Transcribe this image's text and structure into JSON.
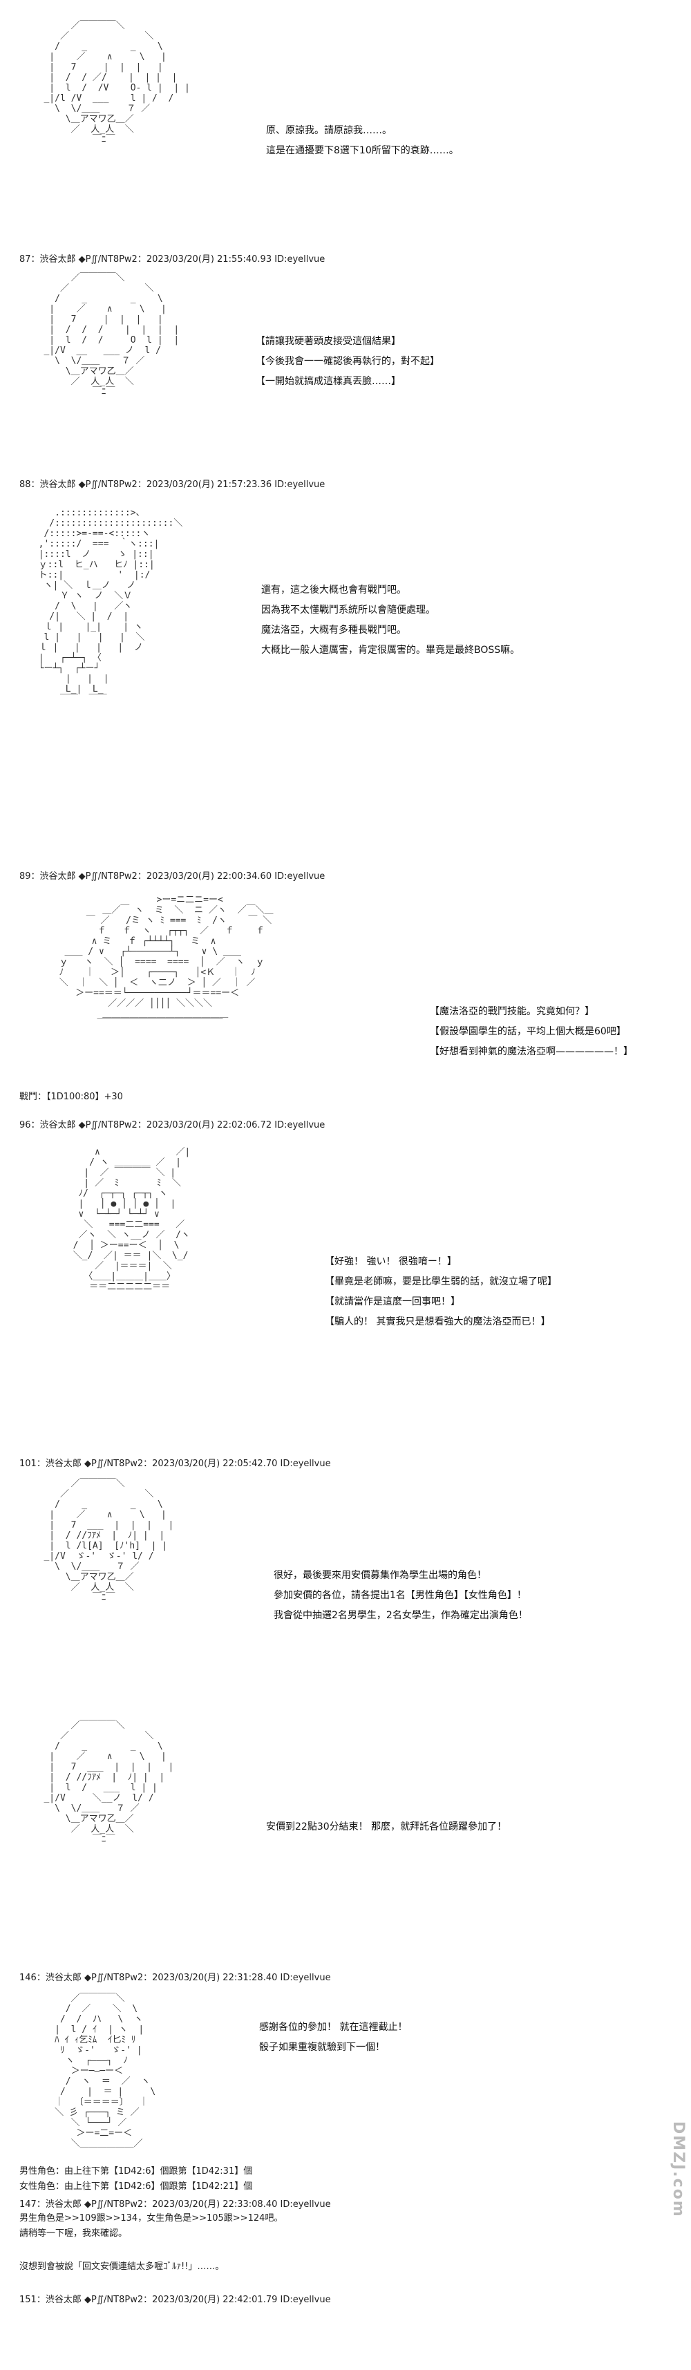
{
  "panels": [
    {
      "art": "        ／￣￣￣￣＼\n      ／              ＼\n     /    _        _    \\\n    |    ／    ∧     \\   |\n    |   7     |  |  |   |\n    |  /  / ／/    |  | |  |\n    |  l  /  /V    O- l |  | |\n   _|/l /V  ___    l | /  /\n     \\  \\/＿＿     ７ ／\n       \\＿アマワ乙＿／\n        ／  人_人  ＼\n            ￣ﾆ￣",
      "lines": [
        "原、原諒我。請原諒我……。",
        "這是在通擾要下8選下10所留下的衰跡……。"
      ]
    },
    {
      "header": "87：渋谷太郎 ◆P∬/NT8Pw2：2023/03/20(月) 21:55:40.93 ID:eyellvue",
      "art": "        ／￣￣￣￣＼\n      ／              ＼\n     /    _        _    \\\n    |    ／    ∧     \\   |\n    |   7     |  |  |   |\n    |  /  /  /    |  |  |  |\n    |  l  /  /     O  l |  |\n   _|/V  __   ___ ノ  l /\n     \\  \\/＿＿    ７ ／\n       \\＿アマワ乙＿／\n        ／  人_人  ＼\n            ￣ﾆ￣",
      "lines": [
        "【請讓我硬著頭皮接受這個結果】",
        "【今後我會一一確認後再執行的，對不起】",
        "【一開始就搞成這樣真丟臉……】"
      ]
    },
    {
      "header": "88：渋谷太郎 ◆P∬/NT8Pw2：2023/03/20(月) 21:57:23.36 ID:eyellvue",
      "art": "     .:::::::::::::>、\n    /::::::::::::::::::::::＼\n   /:::::>=-==-<:::::ヽ\n  ,':::::/  ===  ｀ヽ:::|\n  |::::l  ノ     ゝ |::|\n  ｙ::l  ヒ_ハ   ヒﾉ |::|\n  ト::|          '  |:/\n   ヽ| ＼  ｌ＿ノ   ノ\n      Ｙ ヽ  ノ  ＼Ｖ\n     /  \\   |   ／ヽ\n    /|   ＼ |  /  |\n   ｌ |    |_|    | ヽ\n   l |   |   |   |  ＼\n  ｌ |   |   |   |  ノ\n  |   ┌─┴─┐ 〈\n  └ー┴┐  ┌┴ー┘\n       |   |  |\n       L_|  L_\n      ￣￣  ￣￣",
      "lines": [
        "還有，這之後大概也會有戰鬥吧。",
        "因為我不太懂戰鬥系統所以會隨便處理。",
        "魔法洛亞，大概有多種長戰鬥吧。",
        "大概比一般人還厲害，肯定很厲害的。畢竟是最終BOSS嘛。"
      ]
    },
    {
      "header": "89：渋谷太郎 ◆P∬/NT8Pw2：2023/03/20(月) 22:00:34.60 ID:eyellvue",
      "art": "                    >ー=ニ二ニ=ー<\n          ＿／￣ ヽ  ミ  ＼  ニ ／ヽ  ／￣＼＿\n       ￣ ／   /ミ ヽ ﾐ ===  ﾐ  /ヽ    ￣ ＼\n         ｆ   ｆ  ヽ   ┌┬┬┐  ／   ｆ    ｆ\n        ∧ ミ   ｆ ┌┴┴┴┴┐   ミ  ∧\n   ＿＿ / ∨   ┌┴───────┴┐    ∨ \\ ＿＿\n  ｙ   ヽ  ＼ │  ====  ====  │  ／  ヽ  ｙ\n  ﾉ    ｜   ＞│    ┌────┐   │<Ｋ   ｜  ﾉ\n  ＼  ｜  ＼ │  ＜  ヽ二ノ  ＞ │ ／  ｜ ／\n     ＞ー==＝＝└───────────┘＝＝==ー＜\n           ／／／／ ││││ ＼＼＼＼\n          ＿＿＿＿＿＿＿＿＿＿＿＿＿＿\n         ￣￣￣￣￣￣￣￣￣￣￣￣￣￣",
      "lines": [
        "【魔法洛亞的戰鬥技能。究竟如何？】",
        "【假設學園學生的話，平均上個大概是60吧】",
        "【好想看到神氣的魔法洛亞啊——————！】"
      ],
      "roll": "戰鬥：【1D100:80】+30"
    },
    {
      "header": "96：渋谷太郎 ◆P∬/NT8Pw2：2023/03/20(月) 22:02:06.72 ID:eyellvue",
      "art": "      ∧              ／|\n     / ヽ ＿＿＿＿ ／  |\n    |  ／ ￣￣￣￣ ＼ |\n    | ／  ﾐ       ﾐ  ＼\n   ﾉ/  ┌─┬─┐ ┌─┬┐ ヽ\n   |   │ ● │ │ ● │  |\n   ∨  └─┴─┘ └─┴┘ ∨\n    ＼   ===二二===   ／\n   ／ヽ  ＼ ヽ__ノ ／  /ヽ\n  /  │ ＞ー==ー＜  │  \\\n  ＼_/  ／| ＝＝ |＼  \\_/\n      ／  |＝＝＝|  ＼\n    〈＿＿|＿＿＿|＿＿〉\n     ＝＝二二二二二＝＝",
      "lines": [
        "【好強！ 強い！ 很強唷ー！】",
        "【畢竟是老師嘛，要是比學生弱的話，就沒立場了呢】",
        "【就請當作是這麼一回事吧！】",
        "【騙人的！ 其實我只是想看強大的魔法洛亞而已！】"
      ]
    },
    {
      "header": "101：渋谷太郎 ◆P∬/NT8Pw2：2023/03/20(月) 22:05:42.70 ID:eyellvue",
      "art": "        ／￣￣￣￣＼\n      ／              ＼\n     /    _        _    \\\n    |    ／    ∧     \\   |\n    |   7  ___  |  |  |   |\n    |  / //ﾌｱﾒ  |  ﾉ| |  |\n    |  l /l[A]  [ﾉ'h]  | |\n   _|/V  ゞ-'  ゞ-' l/ /\n     \\  \\/＿＿   ７ ／\n       \\＿アマワ乙＿／\n        ／  人_人  ＼\n            ￣ﾆ￣",
      "lines": [
        "很好，最後要來用安價募集作為學生出場的角色！",
        "參加安價的各位，請各提出1名【男性角色】【女性角色】！",
        "我會從中抽選2名男學生，2名女學生，作為確定出演角色！"
      ]
    },
    {
      "art": "        ／￣￣￣￣＼\n      ／              ＼\n     /    _        _    \\\n    |    ／    ∧     \\   |\n    |   7  ___  |  |  |   |\n    |  / //ﾌｱﾒ  |  ﾉ| |  |\n    |  l  /   ___  l | |\n   _|/V     ＼__ノ  l/ /\n     \\  \\/＿＿   ７ ／\n       \\＿アマワ乙＿／\n        ／  人_人  ＼\n            ￣ﾆ￣",
      "lines": [
        "安價到22點30分結束！ 那麼，就拜託各位踴躍參加了！"
      ]
    },
    {
      "header": "146：渋谷太郎 ◆P∬/NT8Pw2：2023/03/20(月) 22:31:28.40 ID:eyellvue",
      "art": "        ／￣￣￣￣＼\n       /  ／    ＼  \\\n      /  /  ハ   \\  ヽ\n     |  l / ｲ  | ヽ  |\n     ﾊ ｲ ｨ乞ﾐﾑ  ｲ匕ﾐ ﾘ\n      ﾘ  ゞ-'   ゞ-' |\n       ヽ  ┌―――┐  ﾉ\n        ＞ー─―─ー＜\n       /  ヽ  ＝  ／  ヽ\n      /    |  ＝ |     \\\n     ｜  〔＝＝＝＝〕  ｜\n     ＼ 彡 ┌───┐ ミ ／\n        ＼ └───┘ ／\n         ＞ー=二=ー＜\n        ＼＿＿＿＿＿＿／",
      "lines": [
        "感謝各位的參加！ 就在這裡截止！",
        "骰子如果重複就驗到下一個！"
      ]
    }
  ],
  "rolls": {
    "male": "男性角色：由上往下第【1D42:6】個跟第【1D42:31】個",
    "female": "女性角色：由上往下第【1D42:6】個跟第【1D42:21】個"
  },
  "post147": {
    "header": "147：渋谷太郎 ◆P∬/NT8Pw2：2023/03/20(月) 22:33:08.40 ID:eyellvue",
    "lines": [
      "男生角色是>>109跟>>134，女生角色是>>105跟>>124吧。",
      "請稍等一下喔，我來確認。"
    ]
  },
  "post151": {
    "lines": [
      "沒想到會被說「回文安價連結太多喔ｺﾞﾙｧ!!」……。"
    ],
    "header": "151：渋谷太郎 ◆P∬/NT8Pw2：2023/03/20(月) 22:42:01.79 ID:eyellvue"
  },
  "watermark": "DMZJ.com"
}
